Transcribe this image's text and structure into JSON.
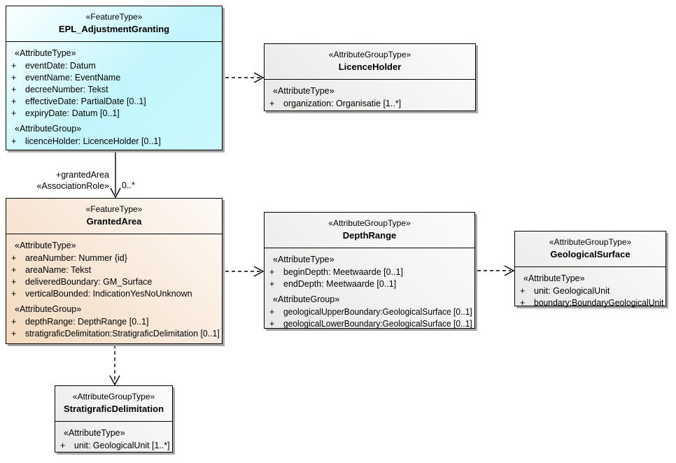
{
  "colors": {
    "feature_fill_cyan": "#c2f6fc",
    "feature_fill_peach": "#f3d9bd",
    "group_fill_gray": "#ececea",
    "border": "#000000",
    "shadow": "#a8a8a8",
    "text": "#000000"
  },
  "classes": [
    {
      "id": "epl-adjustment-granting",
      "stereotype": "«FeatureType»",
      "name": "EPL_AdjustmentGranting",
      "rows": [
        {
          "type": "section",
          "label": "«AttributeType»"
        },
        {
          "type": "attr",
          "vis": "+",
          "text": "eventDate: Datum"
        },
        {
          "type": "attr",
          "vis": "+",
          "text": "eventName: EventName"
        },
        {
          "type": "attr",
          "vis": "+",
          "text": "decreeNumber: Tekst"
        },
        {
          "type": "attr",
          "vis": "+",
          "text": "effectiveDate: PartialDate [0..1]"
        },
        {
          "type": "attr",
          "vis": "+",
          "text": "expiryDate: Datum [0..1]"
        },
        {
          "type": "section",
          "label": "«AttributeGroup»"
        },
        {
          "type": "attr",
          "vis": "+",
          "text": "licenceHolder: LicenceHolder [0..1]"
        }
      ]
    },
    {
      "id": "licence-holder",
      "stereotype": "«AttributeGroupType»",
      "name": "LicenceHolder",
      "rows": [
        {
          "type": "section",
          "label": "«AttributeType»"
        },
        {
          "type": "attr",
          "vis": "+",
          "text": "organization: Organisatie [1..*]"
        }
      ]
    },
    {
      "id": "granted-area",
      "stereotype": "«FeatureType»",
      "name": "GrantedArea",
      "rows": [
        {
          "type": "section",
          "label": "«AttributeType»"
        },
        {
          "type": "attr",
          "vis": "+",
          "text": "areaNumber: Nummer {id}"
        },
        {
          "type": "attr",
          "vis": "+",
          "text": "areaName: Tekst"
        },
        {
          "type": "attr",
          "vis": "+",
          "text": "deliveredBoundary: GM_Surface"
        },
        {
          "type": "attr",
          "vis": "+",
          "text": "verticalBounded: IndicationYesNoUnknown"
        },
        {
          "type": "section",
          "label": "«AttributeGroup»"
        },
        {
          "type": "attr",
          "vis": "+",
          "text": "depthRange: DepthRange [0..1]"
        },
        {
          "type": "attr",
          "vis": "+",
          "text": "stratigraficDelimitation:StratigraficDelimitation [0..1]"
        }
      ]
    },
    {
      "id": "depth-range",
      "stereotype": "«AttributeGroupType»",
      "name": "DepthRange",
      "rows": [
        {
          "type": "section",
          "label": "«AttributeType»"
        },
        {
          "type": "attr",
          "vis": "+",
          "text": "beginDepth: Meetwaarde [0..1]"
        },
        {
          "type": "attr",
          "vis": "+",
          "text": "endDepth: Meetwaarde [0..1]"
        },
        {
          "type": "section",
          "label": "«AttributeGroup»"
        },
        {
          "type": "attr",
          "vis": "+",
          "text": "geologicalUpperBoundary:GeologicalSurface [0..1]"
        },
        {
          "type": "attr",
          "vis": "+",
          "text": "geologicalLowerBoundary:GeologicalSurface [0..1]"
        }
      ]
    },
    {
      "id": "geological-surface",
      "stereotype": "«AttributeGroupType»",
      "name": "GeologicalSurface",
      "rows": [
        {
          "type": "section",
          "label": "«AttributeType»"
        },
        {
          "type": "attr",
          "vis": "+",
          "text": "unit: GeologicalUnit"
        },
        {
          "type": "attr",
          "vis": "+",
          "text": "boundary:BoundaryGeologicalUnit"
        }
      ]
    },
    {
      "id": "stratigrafic-delimitation",
      "stereotype": "«AttributeGroupType»",
      "name": "StratigraficDelimitation",
      "rows": [
        {
          "type": "section",
          "label": "«AttributeType»"
        },
        {
          "type": "attr",
          "vis": "+",
          "text": "unit: GeologicalUnit [1..*]"
        }
      ]
    }
  ],
  "connectors": [
    {
      "id": "epl-to-licenceholder",
      "from": "EPL_AdjustmentGranting",
      "to": "LicenceHolder",
      "style": "dashed"
    },
    {
      "id": "epl-to-grantedarea",
      "from": "EPL_AdjustmentGranting",
      "to": "GrantedArea",
      "style": "solid",
      "role": "+grantedArea",
      "stereotype": "«AssociationRole»",
      "multiplicity": "0..*"
    },
    {
      "id": "grantedarea-to-depthrange",
      "from": "GrantedArea",
      "to": "DepthRange",
      "style": "dashed"
    },
    {
      "id": "depthrange-to-geologicalsurface",
      "from": "DepthRange",
      "to": "GeologicalSurface",
      "style": "dashed"
    },
    {
      "id": "grantedarea-to-stratigraficdelimitation",
      "from": "GrantedArea",
      "to": "StratigraficDelimitation",
      "style": "dashed"
    }
  ]
}
